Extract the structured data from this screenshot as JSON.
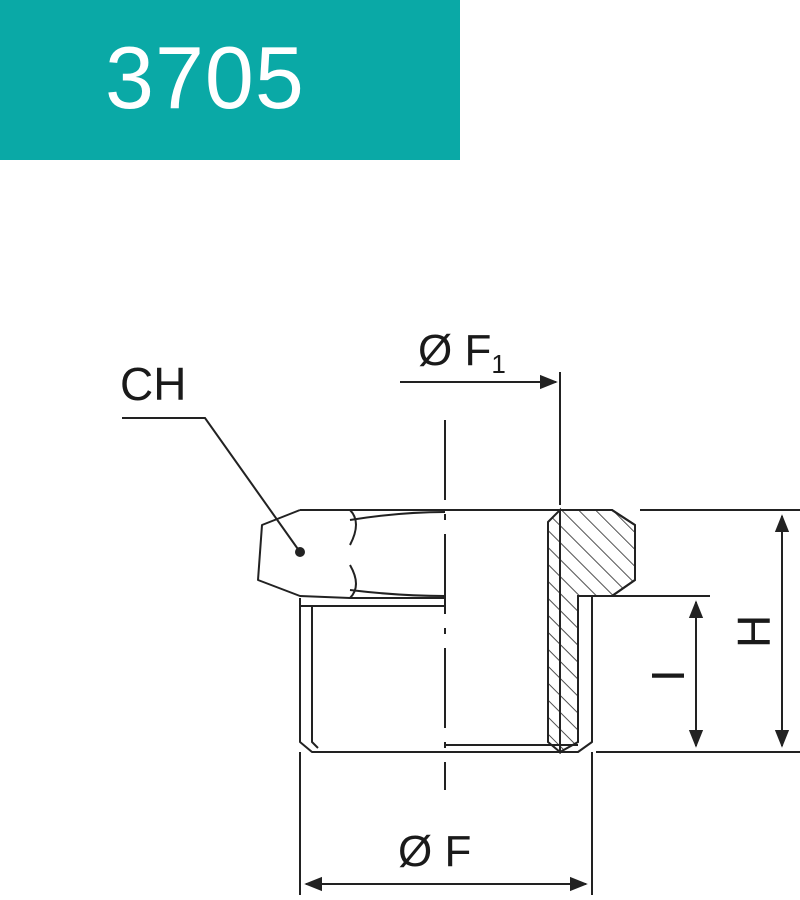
{
  "header": {
    "code": "3705",
    "band_color": "#0aa9a6"
  },
  "labels": {
    "ch": "CH",
    "diameter_f1": "Ø F",
    "diameter_f1_subscript": "1",
    "diameter_f": "Ø F",
    "height_h": "H",
    "length_i": "I"
  }
}
